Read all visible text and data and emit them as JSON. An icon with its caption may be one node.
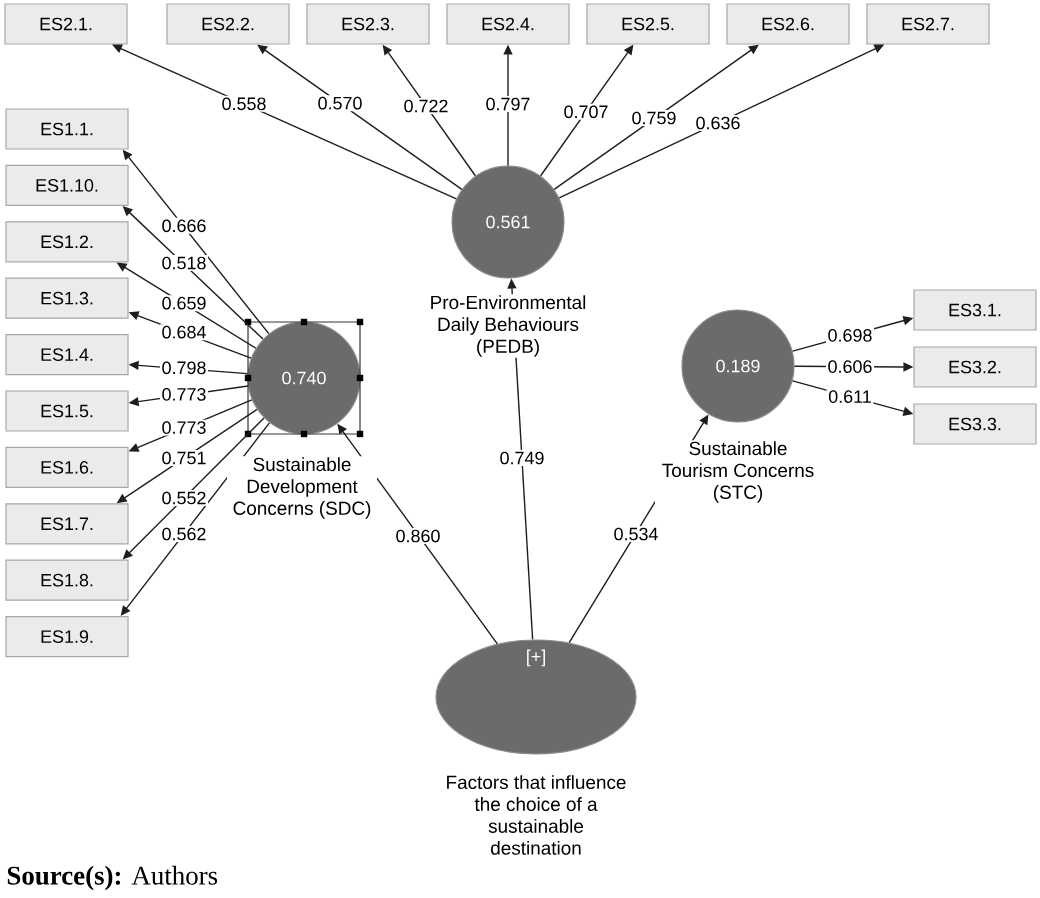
{
  "diagram": {
    "nodes": [
      {
        "text": [
          "ES2.1."
        ]
      },
      {
        "text": [
          "ES2.2."
        ]
      },
      {
        "text": [
          "ES2.3."
        ]
      },
      {
        "text": [
          "ES2.4."
        ]
      },
      {
        "text": [
          "ES2.5."
        ]
      },
      {
        "text": [
          "ES2.6."
        ]
      },
      {
        "text": [
          "ES2.7."
        ]
      },
      {
        "text": [
          "ES1.1."
        ]
      },
      {
        "text": [
          "ES1.10."
        ]
      },
      {
        "text": [
          "ES1.2."
        ]
      },
      {
        "text": [
          "ES1.3."
        ]
      },
      {
        "text": [
          "ES1.4."
        ]
      },
      {
        "text": [
          "ES1.5."
        ]
      },
      {
        "text": [
          "ES1.6."
        ]
      },
      {
        "text": [
          "ES1.7."
        ]
      },
      {
        "text": [
          "ES1.8."
        ]
      },
      {
        "text": [
          "ES1.9."
        ]
      },
      {
        "text": [
          "0.561",
          "Pro-Environmental Daily Behaviours (PEDB)"
        ]
      },
      {
        "text": [
          "0.740",
          "Sustainable Development Concerns (SDC)"
        ]
      },
      {
        "text": [
          "0.189",
          "Sustainable Tourism Concerns (STC)"
        ]
      },
      {
        "text": [
          "ES3.1."
        ]
      },
      {
        "text": [
          "ES3.2."
        ]
      },
      {
        "text": [
          "ES3.3."
        ]
      },
      {
        "text": [
          "[+]",
          "Factors that influence the choice of a sustainable destination"
        ]
      }
    ],
    "edges": [
      {
        "from": 17,
        "to": 0,
        "arrow": "to",
        "label": "0.558"
      },
      {
        "from": 17,
        "to": 1,
        "arrow": "to",
        "label": "0.570"
      },
      {
        "from": 17,
        "to": 2,
        "arrow": "to",
        "label": "0.722"
      },
      {
        "from": 17,
        "to": 3,
        "arrow": "to",
        "label": "0.797"
      },
      {
        "from": 17,
        "to": 4,
        "arrow": "to",
        "label": "0.707"
      },
      {
        "from": 17,
        "to": 5,
        "arrow": "to",
        "label": "0.759"
      },
      {
        "from": 17,
        "to": 6,
        "arrow": "to",
        "label": "0.636"
      },
      {
        "from": 18,
        "to": 7,
        "arrow": "to",
        "label": "0.666"
      },
      {
        "from": 18,
        "to": 8,
        "arrow": "to",
        "label": "0.518"
      },
      {
        "from": 18,
        "to": 9,
        "arrow": "to",
        "label": "0.659"
      },
      {
        "from": 18,
        "to": 10,
        "arrow": "to",
        "label": "0.684"
      },
      {
        "from": 18,
        "to": 11,
        "arrow": "to",
        "label": "0.798"
      },
      {
        "from": 18,
        "to": 12,
        "arrow": "to",
        "label": "0.773"
      },
      {
        "from": 18,
        "to": 13,
        "arrow": "to",
        "label": "0.773"
      },
      {
        "from": 18,
        "to": 14,
        "arrow": "to",
        "label": "0.751"
      },
      {
        "from": 18,
        "to": 15,
        "arrow": "to",
        "label": "0.552"
      },
      {
        "from": 18,
        "to": 16,
        "arrow": "to",
        "label": "0.562"
      },
      {
        "from": 19,
        "to": 20,
        "arrow": "to",
        "label": "0.698"
      },
      {
        "from": 19,
        "to": 21,
        "arrow": "to",
        "label": "0.606"
      },
      {
        "from": 19,
        "to": 22,
        "arrow": "to",
        "label": "0.611"
      },
      {
        "from": 23,
        "to": 18,
        "arrow": "to",
        "label": "0.860"
      },
      {
        "from": 23,
        "to": 17,
        "arrow": "to",
        "label": "0.749"
      },
      {
        "from": 23,
        "to": 19,
        "arrow": "to",
        "label": "0.534"
      }
    ],
    "caption": "**Source(s):** Authors"
  }
}
